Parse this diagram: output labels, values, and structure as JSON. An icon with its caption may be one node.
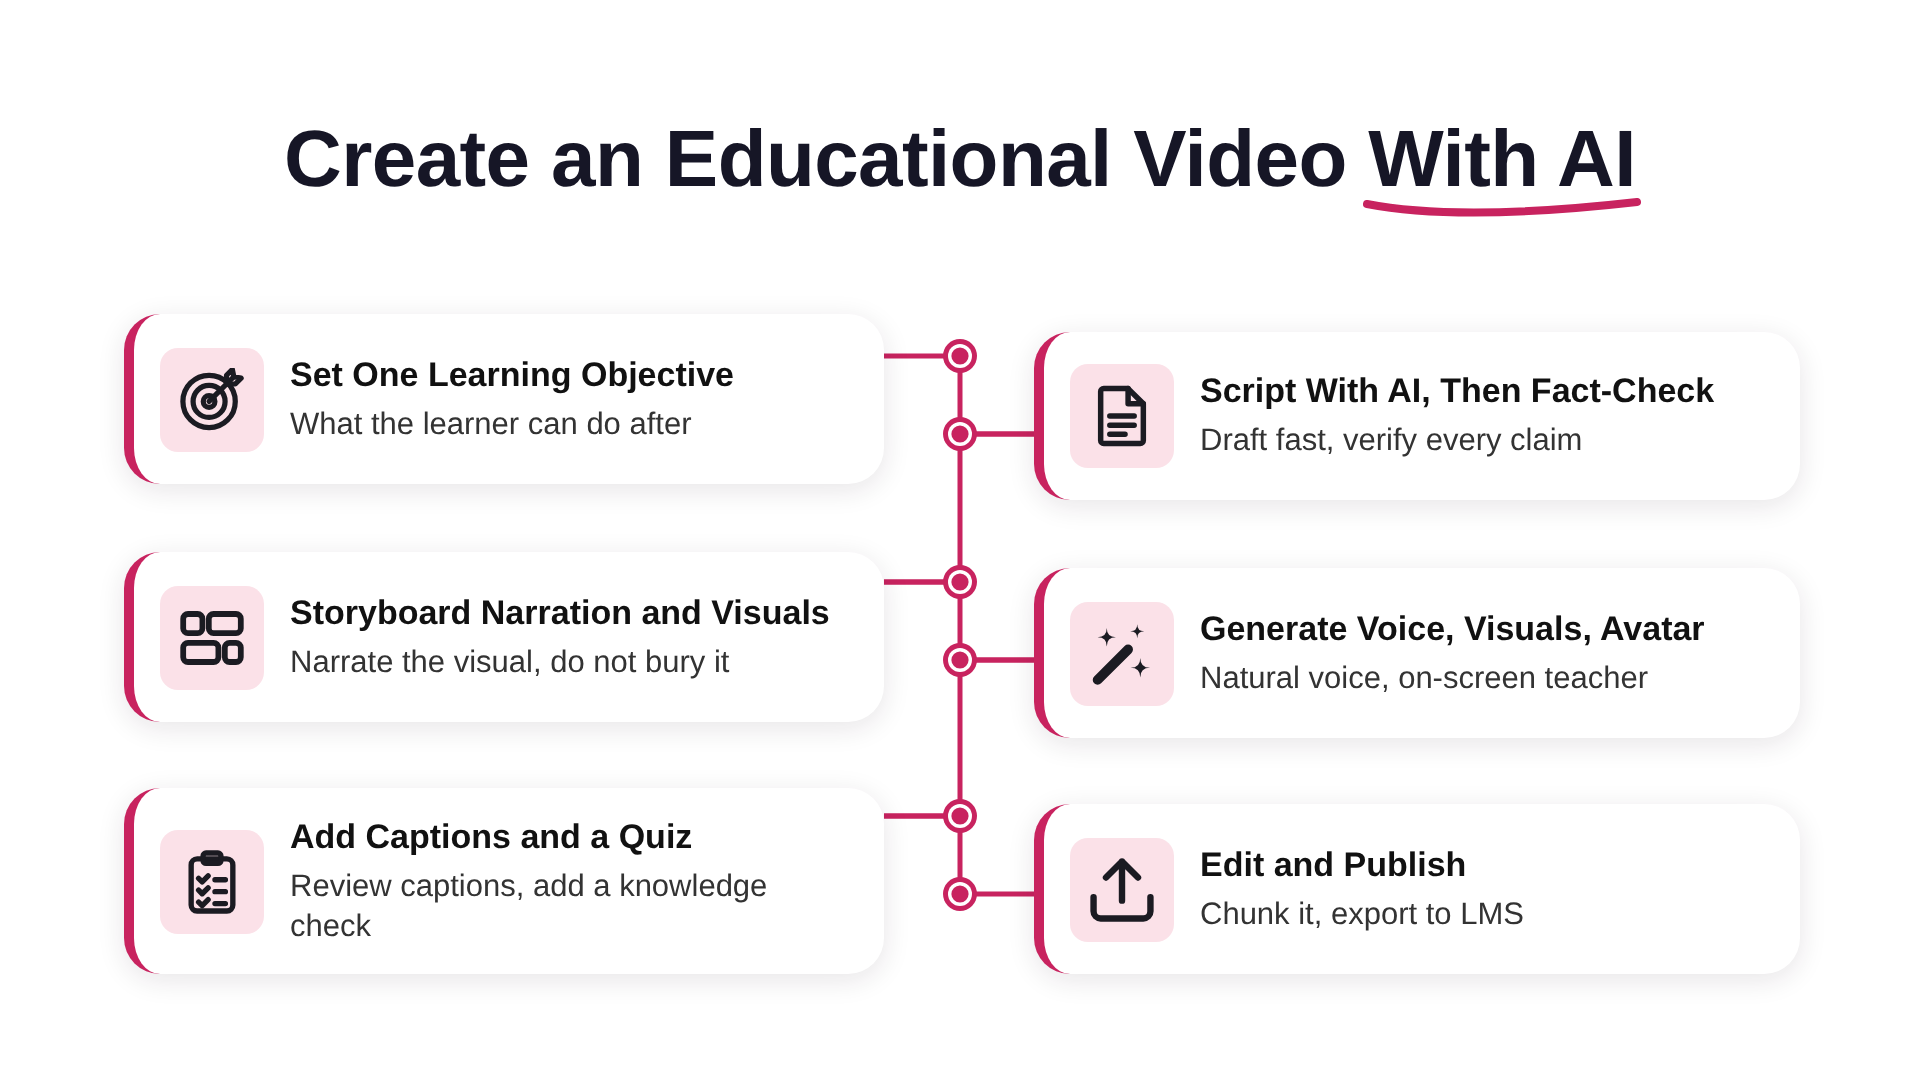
{
  "diagram": {
    "title": "Create an Educational Video With AI",
    "nodes": [
      {
        "text": [
          "Set One Learning Objective",
          "What the learner can do after"
        ]
      },
      {
        "text": [
          "Script With AI, Then Fact-Check",
          "Draft fast, verify every claim"
        ]
      },
      {
        "text": [
          "Storyboard Narration and Visuals",
          "Narrate the visual, do not bury it"
        ]
      },
      {
        "text": [
          "Generate Voice, Visuals, Avatar",
          "Natural voice, on-screen teacher"
        ]
      },
      {
        "text": [
          "Add Captions and a Quiz",
          "Review captions, add a knowledge check"
        ]
      },
      {
        "text": [
          "Edit and Publish",
          "Chunk it, export to LMS"
        ]
      }
    ],
    "edges": [
      {
        "from": 0,
        "to": 1,
        "arrow": "none"
      },
      {
        "from": 1,
        "to": 2,
        "arrow": "none"
      },
      {
        "from": 2,
        "to": 3,
        "arrow": "none"
      },
      {
        "from": 3,
        "to": 4,
        "arrow": "none"
      },
      {
        "from": 4,
        "to": 5,
        "arrow": "none"
      }
    ]
  }
}
